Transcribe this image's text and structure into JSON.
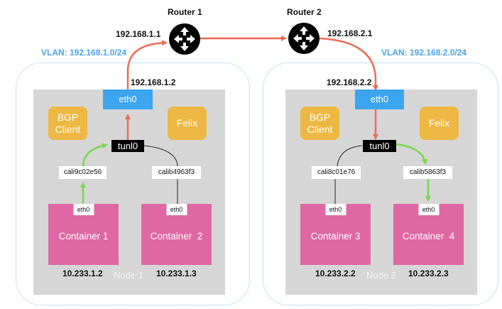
{
  "routers": [
    {
      "name": "Router 1",
      "ip": "192.168.1.1"
    },
    {
      "name": "Router 2",
      "ip": "192.168.2.1"
    }
  ],
  "nodes": [
    {
      "name": "Node 1",
      "vlan": "VLAN: 192.168.1.0/24",
      "eth0_label": "eth0",
      "eth0_ip": "192.168.1.2",
      "bgp_client": "BGP\nClient",
      "felix": "Felix",
      "tunnel": "tunl0",
      "containers": [
        {
          "name": "Container 1",
          "iface": "eth0",
          "veth": "cali9c02e56",
          "ip": "10.233.1.2"
        },
        {
          "name": "Container  2",
          "iface": "eth0",
          "veth": "calib4963f3",
          "ip": "10.233.1.3"
        }
      ]
    },
    {
      "name": "Node 2",
      "vlan": "VLAN: 192.168.2.0/24",
      "eth0_label": "eth0",
      "eth0_ip": "192.168.2.2",
      "bgp_client": "BGP\nClient",
      "felix": "Felix",
      "tunnel": "tunl0",
      "containers": [
        {
          "name": "Container 3",
          "iface": "eth0",
          "veth": "cali8c01e76",
          "ip": "10.233.2.2"
        },
        {
          "name": "Container  4",
          "iface": "eth0",
          "veth": "calib5863f3",
          "ip": "10.233.2.3"
        }
      ]
    }
  ],
  "colors": {
    "packet_path": "#ef6a55",
    "container_path": "#79d84e",
    "eth0": "#3da5f0",
    "agent": "#ecb843",
    "container": "#df67a4",
    "node": "#d6d6d6",
    "vlan": "#4aa3ec"
  }
}
